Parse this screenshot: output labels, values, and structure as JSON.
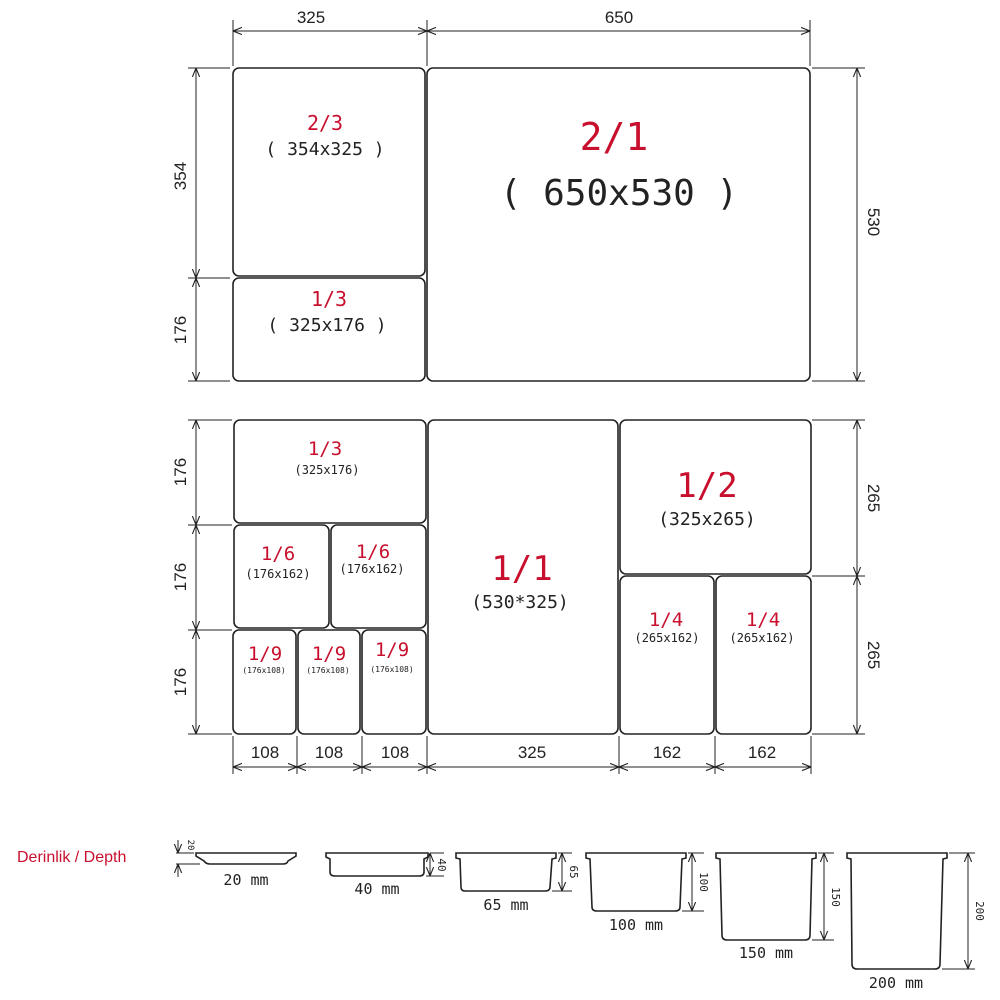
{
  "colors": {
    "accent_red": "#c8102e",
    "line": "#222222",
    "background": "#ffffff"
  },
  "layout_a": {
    "dims": {
      "top_left": "325",
      "top_right": "650",
      "left_upper": "354",
      "left_lower": "176",
      "right": "530"
    },
    "pans": [
      {
        "id": "a-2-3",
        "fraction": "2/3",
        "size": "( 354x325 )"
      },
      {
        "id": "a-1-3",
        "fraction": "1/3",
        "size": "( 325x176 )"
      },
      {
        "id": "a-2-1",
        "fraction": "2/1",
        "size": "( 650x530 )"
      }
    ]
  },
  "layout_b": {
    "dims": {
      "left": [
        "176",
        "176",
        "176"
      ],
      "right": [
        "265",
        "265"
      ],
      "bottom": [
        "108",
        "108",
        "108",
        "325",
        "162",
        "162"
      ]
    },
    "pans": [
      {
        "id": "b-1-3",
        "fraction": "1/3",
        "size": "(325x176)"
      },
      {
        "id": "b-1-6-a",
        "fraction": "1/6",
        "size": "(176x162)"
      },
      {
        "id": "b-1-6-b",
        "fraction": "1/6",
        "size": "(176x162)"
      },
      {
        "id": "b-1-9-a",
        "fraction": "1/9",
        "size": "(176x108)"
      },
      {
        "id": "b-1-9-b",
        "fraction": "1/9",
        "size": "(176x108)"
      },
      {
        "id": "b-1-9-c",
        "fraction": "1/9",
        "size": "(176x108)"
      },
      {
        "id": "b-1-1",
        "fraction": "1/1",
        "size": "(530*325)"
      },
      {
        "id": "b-1-2",
        "fraction": "1/2",
        "size": "(325x265)"
      },
      {
        "id": "b-1-4-a",
        "fraction": "1/4",
        "size": "(265x162)"
      },
      {
        "id": "b-1-4-b",
        "fraction": "1/4",
        "size": "(265x162)"
      }
    ]
  },
  "depth": {
    "title": "Derinlik / Depth",
    "items": [
      {
        "height": "20",
        "label": "20 mm"
      },
      {
        "height": "40",
        "label": "40 mm"
      },
      {
        "height": "65",
        "label": "65 mm"
      },
      {
        "height": "100",
        "label": "100 mm"
      },
      {
        "height": "150",
        "label": "150 mm"
      },
      {
        "height": "200",
        "label": "200 mm"
      }
    ]
  }
}
